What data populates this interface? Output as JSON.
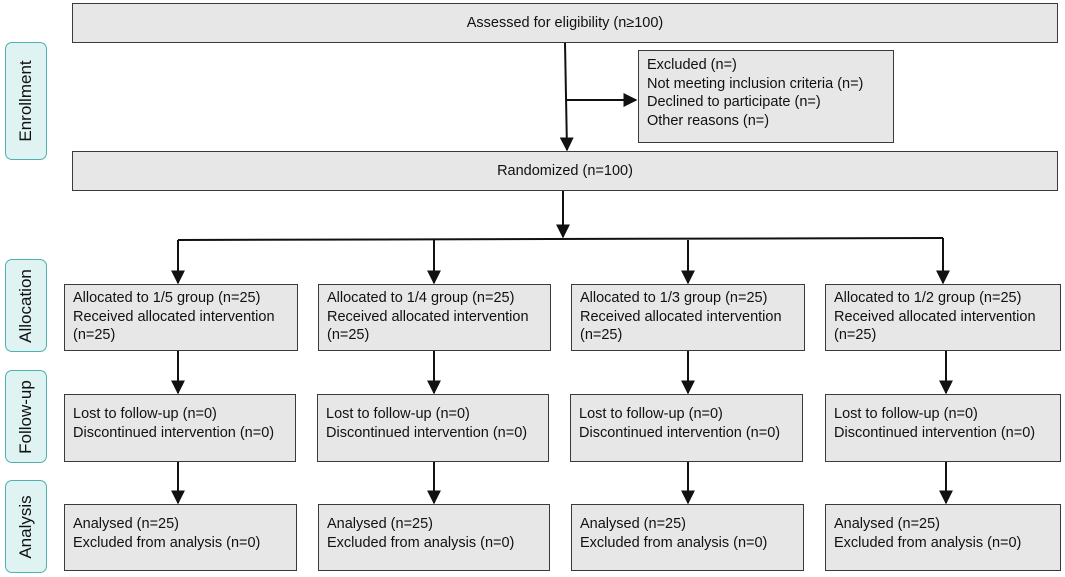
{
  "stages": [
    "Enrollment",
    "Allocation",
    "Follow-up",
    "Analysis"
  ],
  "assessed": "Assessed for eligibility (n≥100)",
  "excluded": [
    "Excluded (n=)",
    "Not meeting inclusion criteria (n=)",
    "Declined to participate (n=)",
    "Other reasons (n=)"
  ],
  "randomized": "Randomized (n=100)",
  "groups": [
    {
      "allocation": [
        "Allocated to 1/5 group (n=25)",
        "Received allocated intervention",
        "(n=25)"
      ],
      "followup": [
        "Lost to follow-up (n=0)",
        "Discontinued intervention (n=0)"
      ],
      "analysis": [
        "Analysed (n=25)",
        "Excluded from analysis (n=0)"
      ]
    },
    {
      "allocation": [
        "Allocated to 1/4 group (n=25)",
        "Received allocated intervention",
        "(n=25)"
      ],
      "followup": [
        "Lost to follow-up (n=0)",
        "Discontinued intervention (n=0)"
      ],
      "analysis": [
        "Analysed (n=25)",
        "Excluded from analysis (n=0)"
      ]
    },
    {
      "allocation": [
        "Allocated to 1/3 group (n=25)",
        "Received allocated intervention",
        "(n=25)"
      ],
      "followup": [
        "Lost to follow-up (n=0)",
        "Discontinued intervention (n=0)"
      ],
      "analysis": [
        "Analysed (n=25)",
        "Excluded from analysis (n=0)"
      ]
    },
    {
      "allocation": [
        "Allocated to 1/2 group (n=25)",
        "Received allocated intervention",
        "(n=25)"
      ],
      "followup": [
        "Lost to follow-up (n=0)",
        "Discontinued intervention (n=0)"
      ],
      "analysis": [
        "Analysed (n=25)",
        "Excluded from analysis (n=0)"
      ]
    }
  ]
}
